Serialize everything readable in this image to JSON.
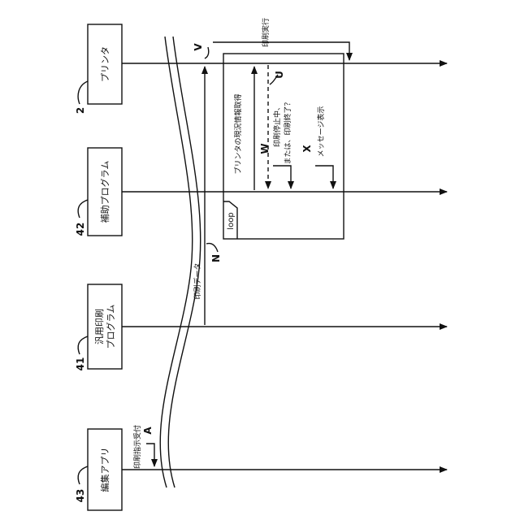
{
  "lifelines": [
    {
      "ref": "2",
      "name": "プリンタ"
    },
    {
      "ref": "42",
      "name": "補助プログラム"
    },
    {
      "ref": "41",
      "name_line1": "汎用印刷",
      "name_line2": "プログラム"
    },
    {
      "ref": "43",
      "name": "編集アプリ"
    }
  ],
  "messages": {
    "print_instruction": "印刷指示受付",
    "print_data": "印刷データ",
    "print_execution": "印刷実行",
    "get_printer_status": "プリンタの現況情報取得",
    "condition_line1": "印刷停止中、",
    "condition_line2": "または、印刷終了？",
    "show_message": "メッセージ表示"
  },
  "markers": {
    "a": "A",
    "n": "N",
    "v": "V",
    "u": "U",
    "w": "W",
    "x": "X"
  },
  "loop_label": "loop"
}
